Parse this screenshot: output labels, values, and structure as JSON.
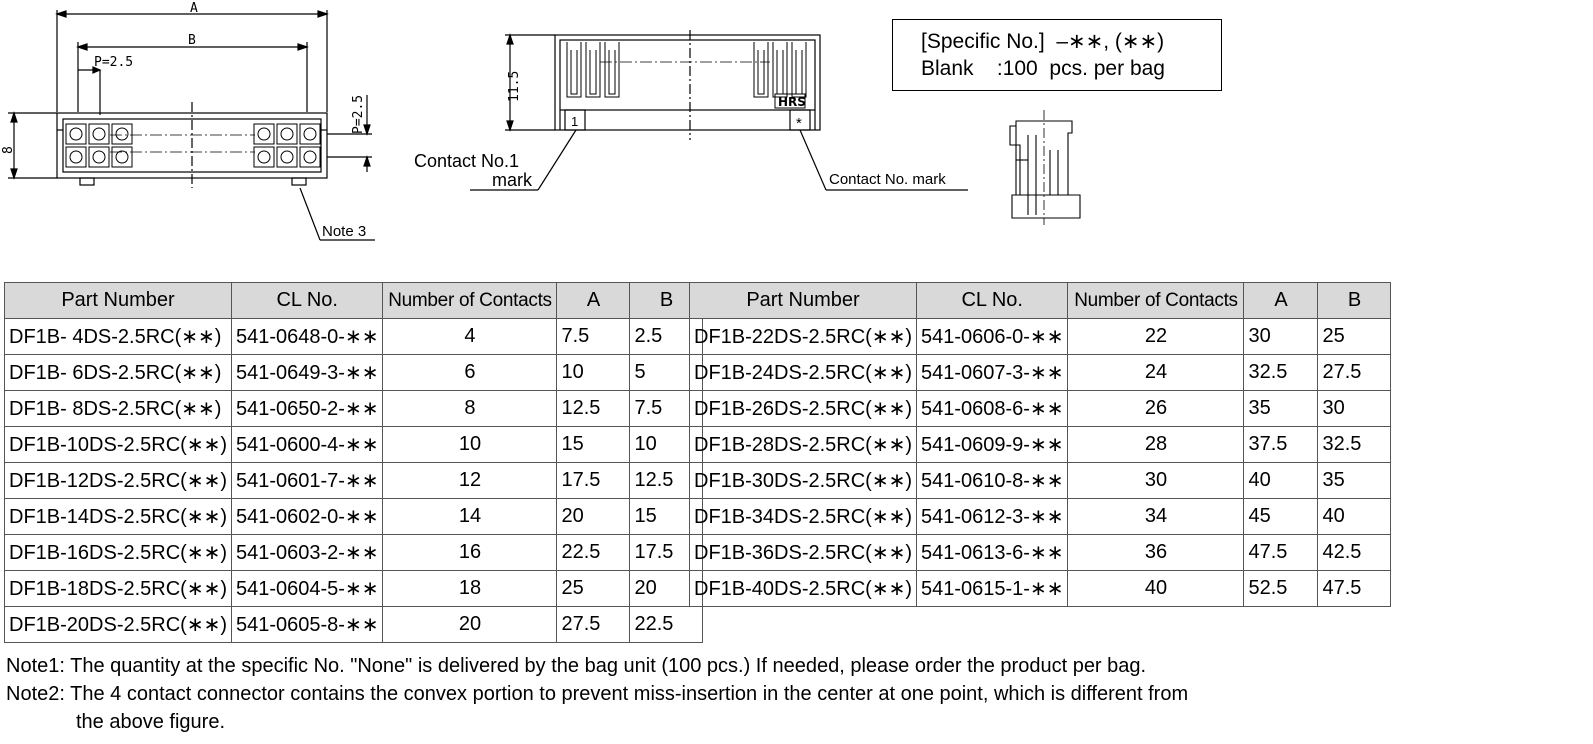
{
  "drawing": {
    "dim_a": "A",
    "dim_b": "B",
    "pitch_h": "P=2.5",
    "pitch_v": "P=2.5",
    "height_8": "8",
    "height_115": "11.5",
    "note3": "Note 3",
    "contact1_line1": "Contact No.1",
    "contact1_line2": "mark",
    "contact_mark": "Contact No. mark",
    "pin1": "1",
    "pinstar": "*",
    "logo": "HRS"
  },
  "spec": {
    "line1": "[Specific No.]  –∗∗, (∗∗)",
    "line2": "Blank    :100  pcs. per bag"
  },
  "table_headers": [
    "Part Number",
    "CL No.",
    "Number of Contacts",
    "A",
    "B"
  ],
  "table_left": [
    [
      "DF1B-  4DS-2.5RC(∗∗)",
      "541-0648-0-∗∗",
      "4",
      "7.5",
      "2.5"
    ],
    [
      "DF1B-  6DS-2.5RC(∗∗)",
      "541-0649-3-∗∗",
      "6",
      "10",
      "5"
    ],
    [
      "DF1B-  8DS-2.5RC(∗∗)",
      "541-0650-2-∗∗",
      "8",
      "12.5",
      "7.5"
    ],
    [
      "DF1B-10DS-2.5RC(∗∗)",
      "541-0600-4-∗∗",
      "10",
      "15",
      "10"
    ],
    [
      "DF1B-12DS-2.5RC(∗∗)",
      "541-0601-7-∗∗",
      "12",
      "17.5",
      "12.5"
    ],
    [
      "DF1B-14DS-2.5RC(∗∗)",
      "541-0602-0-∗∗",
      "14",
      "20",
      "15"
    ],
    [
      "DF1B-16DS-2.5RC(∗∗)",
      "541-0603-2-∗∗",
      "16",
      "22.5",
      "17.5"
    ],
    [
      "DF1B-18DS-2.5RC(∗∗)",
      "541-0604-5-∗∗",
      "18",
      "25",
      "20"
    ],
    [
      "DF1B-20DS-2.5RC(∗∗)",
      "541-0605-8-∗∗",
      "20",
      "27.5",
      "22.5"
    ]
  ],
  "table_right": [
    [
      "DF1B-22DS-2.5RC(∗∗)",
      "541-0606-0-∗∗",
      "22",
      "30",
      "25"
    ],
    [
      "DF1B-24DS-2.5RC(∗∗)",
      "541-0607-3-∗∗",
      "24",
      "32.5",
      "27.5"
    ],
    [
      "DF1B-26DS-2.5RC(∗∗)",
      "541-0608-6-∗∗",
      "26",
      "35",
      "30"
    ],
    [
      "DF1B-28DS-2.5RC(∗∗)",
      "541-0609-9-∗∗",
      "28",
      "37.5",
      "32.5"
    ],
    [
      "DF1B-30DS-2.5RC(∗∗)",
      "541-0610-8-∗∗",
      "30",
      "40",
      "35"
    ],
    [
      "DF1B-34DS-2.5RC(∗∗)",
      "541-0612-3-∗∗",
      "34",
      "45",
      "40"
    ],
    [
      "DF1B-36DS-2.5RC(∗∗)",
      "541-0613-6-∗∗",
      "36",
      "47.5",
      "42.5"
    ],
    [
      "DF1B-40DS-2.5RC(∗∗)",
      "541-0615-1-∗∗",
      "40",
      "52.5",
      "47.5"
    ]
  ],
  "notes": {
    "note1": "Note1: The quantity at the specific No. \"None\" is delivered by the bag unit (100 pcs.) If needed, please order the product per bag.",
    "note2a": "Note2: The 4 contact connector contains the convex portion to prevent miss-insertion in the center at one point, which is different from",
    "note2b": "the above figure."
  }
}
